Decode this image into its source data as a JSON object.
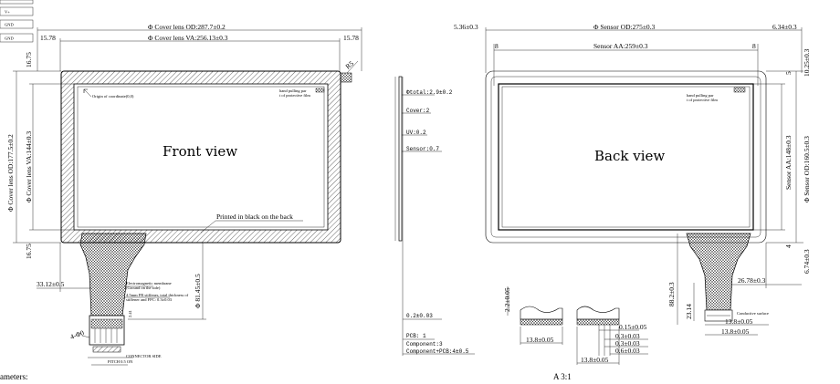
{
  "pin_labels": [
    "V+",
    "GND",
    "GND"
  ],
  "front": {
    "title": "Front view",
    "cover_od_width": "Φ Cover lens OD:287.7±0.2",
    "cover_va_width": "Φ Cover lens VA:256.13±0.3",
    "left_margin": "15.78",
    "right_margin": "15.78",
    "top_margin": "16.75",
    "bottom_margin": "16.75",
    "cover_od_height": "Φ Cover lens OD:177.5±0.2",
    "cover_va_height": "Φ Cover lens VA:144±0.3",
    "corner_radius": "R5",
    "origin_note": "Origin of coordinate(0,0)",
    "hand_note_1": "hand pulling par",
    "hand_note_2": "t of protective film",
    "printed_note": "Printed in black on the back",
    "fpc_offset": "33.12±0.5",
    "fpc_length": "Φ 81.45±0.5",
    "emi_note_1": "Electromagnetic membrane",
    "emi_note_2": "(Ground on the side)",
    "stiffener_note_1": "4.5mm FR stiffener, total thickness of",
    "stiffener_note_2": "stiffener and FPC: 0.3±0.03",
    "pin_angle": "4-Φ0",
    "connector_note_1": "CONNECTOR SIDE",
    "connector_note_2": "PITCH 0.5 ON",
    "fpc_width_small": "2.41"
  },
  "side": {
    "total": "Φtotal:2.9±0.2",
    "cover": "Cover:2",
    "uv": "UV:0.2",
    "sensor": "Sensor:0.7",
    "fpc": "0.2±0.03",
    "pcb": "PCB: 1",
    "component": "Component:3",
    "component_pcb": "Component+PCB:4±0.5"
  },
  "back": {
    "title": "Back view",
    "sensor_od_width": "Φ Sensor OD:275±0.3",
    "sensor_aa_width": "Sensor AA:259±0.3",
    "left_offset": "5.36±0.3",
    "right_offset": "6.34±0.3",
    "left_gap": "8",
    "right_gap": "8",
    "top_margin": "10.25±0.3",
    "top_gap": "5",
    "sensor_aa_height": "Sensor AA:148±0.3",
    "sensor_od_height": "Φ Sensor OD:160.5±0.3",
    "bottom_gap": "4",
    "bottom_margin": "6.74±0.3",
    "hand_note_1": "hand pulling par",
    "hand_note_2": "t of protective film",
    "fpc_length": "88.2±0.3",
    "fpc_offset": "26.78±0.3",
    "fpc_width_1": "13.8±0.05",
    "fpc_width_2": "13.8±0.05",
    "fpc_mid": "23.14",
    "conductive_note": "Conductive surface"
  },
  "detail": {
    "height": "2.2±0.05",
    "width_1": "13.8±0.05",
    "width_2": "13.8±0.05",
    "t1": "0.15±0.05",
    "t2": "0.3±0.03",
    "t3": "0.3±0.03",
    "t4": "0.6±0.03",
    "scale": "A 3:1"
  },
  "footer_note": "ameters:"
}
